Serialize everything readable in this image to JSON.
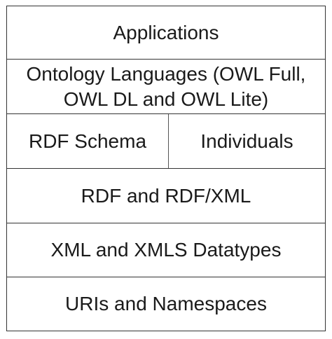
{
  "layers": {
    "applications": "Applications",
    "ontology_line1": "Ontology Languages (OWL Full,",
    "ontology_line2": "OWL DL and OWL Lite)",
    "rdf_schema": "RDF Schema",
    "individuals": "Individuals",
    "rdf_xml": "RDF and RDF/XML",
    "xml_datatypes": "XML and XMLS Datatypes",
    "uris_namespaces": "URIs and Namespaces"
  }
}
